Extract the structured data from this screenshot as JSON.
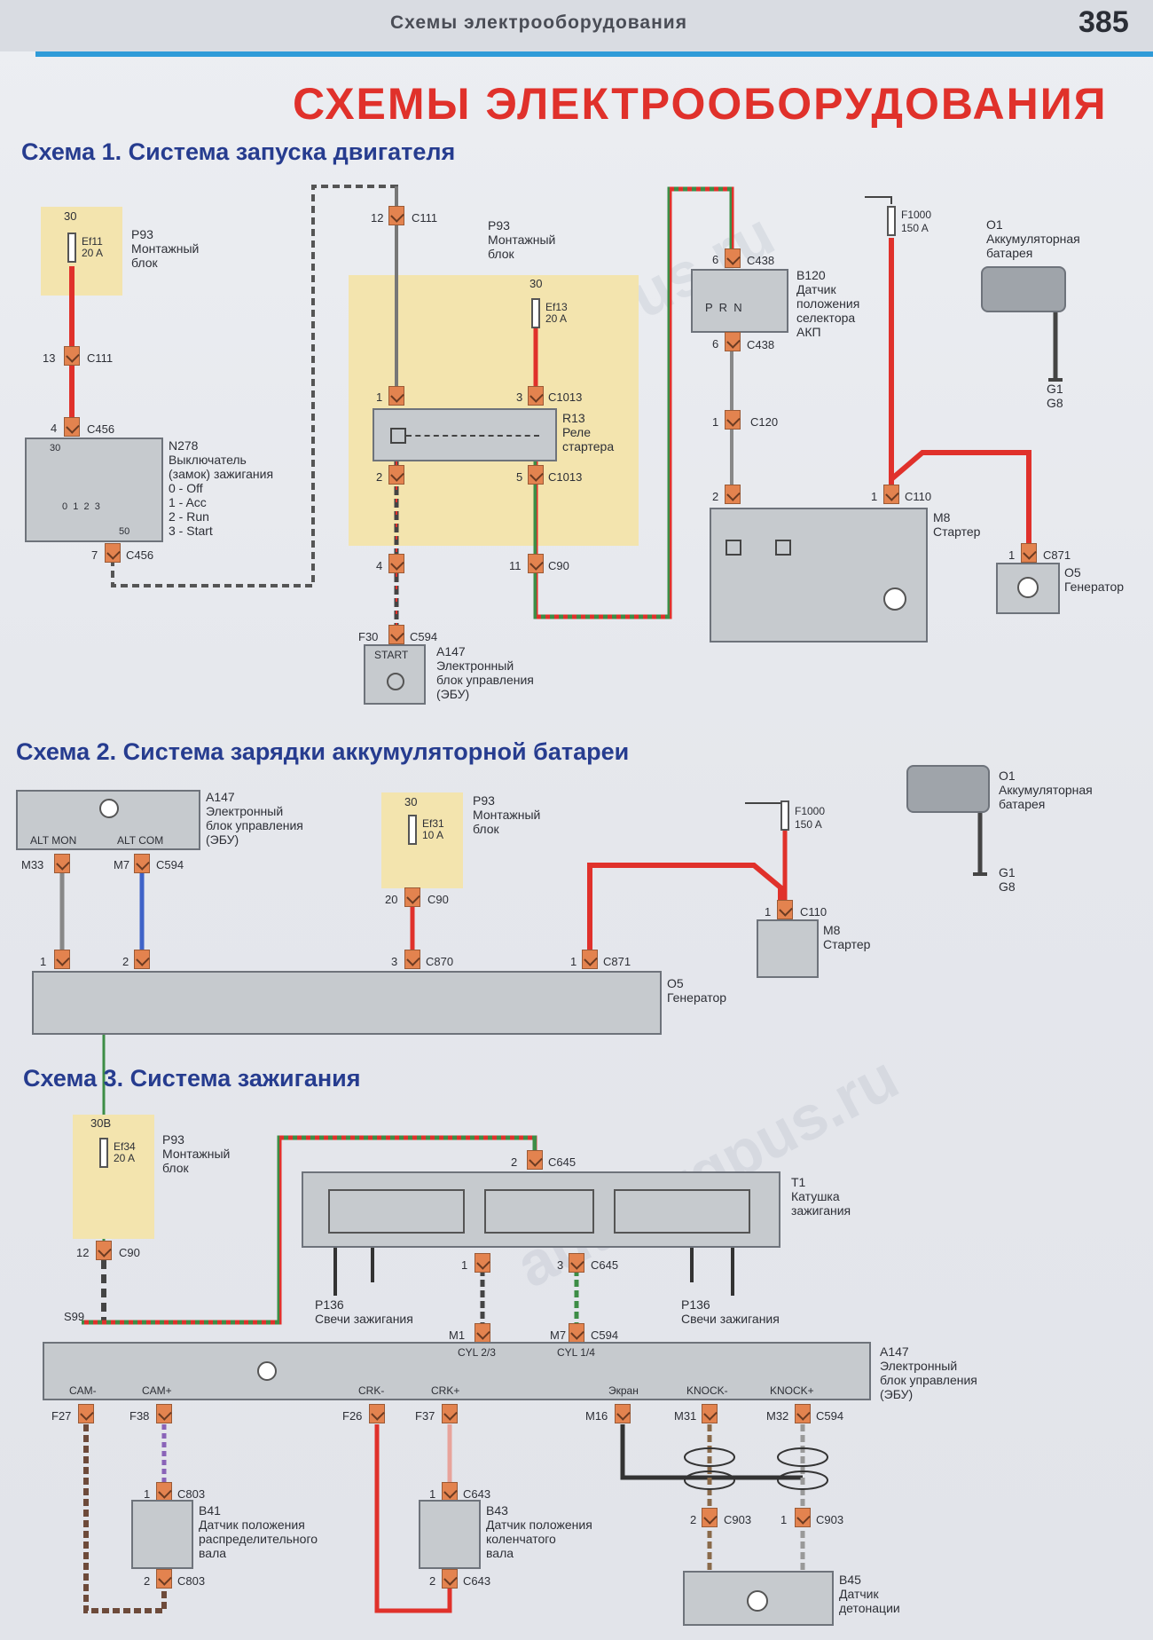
{
  "header": {
    "section": "Схемы электрооборудования",
    "page_number": "385"
  },
  "main_title": "СХЕМЫ ЭЛЕКТРООБОРУДОВАНИЯ",
  "watermark": "autoprgpus.ru",
  "scheme1": {
    "title": "Схема 1. Система запуска двигателя",
    "p93_left": {
      "name": "P93",
      "desc": "Монтажный\nблок",
      "fuse_pin": "30",
      "fuse": "Ef11\n20 A"
    },
    "c111_a": {
      "pin": "13",
      "conn": "C111"
    },
    "c456_top": {
      "pin": "4",
      "conn": "C456"
    },
    "c456_bottom": {
      "pin": "7",
      "conn": "C456"
    },
    "n278": {
      "name": "N278",
      "desc": "Выключатель\n(замок) зажигания",
      "items": "0 - Off\n1 - Acc\n2 - Run\n3 - Start",
      "pin30": "30",
      "pin50": "50",
      "pos": "0  1  2  3"
    },
    "c111_b": {
      "pin": "12",
      "conn": "C111"
    },
    "p93_mid": {
      "name": "P93",
      "desc": "Монтажный\nблок",
      "fuse_pin": "30",
      "fuse": "Ef13\n20 A"
    },
    "c1013_a": {
      "pin_left": "1",
      "pin_right": "3",
      "conn": "C1013"
    },
    "r13": {
      "name": "R13",
      "desc": "Реле\nстартера"
    },
    "c1013_b": {
      "pin_left": "2",
      "pin_right": "5",
      "conn": "C1013"
    },
    "c90_a": {
      "pin_left": "4",
      "pin_right": "11",
      "conn": "C90"
    },
    "a147": {
      "pin": "F30",
      "conn": "C594",
      "name": "A147",
      "desc": "Электронный\nблок управления\n(ЭБУ)",
      "label": "START"
    },
    "b120": {
      "pin_top": "6",
      "conn_top": "C438",
      "pin_bottom": "6",
      "conn_bottom": "C438",
      "name": "B120",
      "desc": "Датчик\nположения\nселектора\nАКП",
      "contacts": "P  R  N"
    },
    "c120": {
      "pin": "1",
      "conn": "C120"
    },
    "m8_conn": {
      "pin_left": "2",
      "pin_right": "1",
      "conn": "C110"
    },
    "m8": {
      "name": "M8",
      "desc": "Стартер"
    },
    "f1000": {
      "name": "F1000",
      "rating": "150 A"
    },
    "o1": {
      "name": "O1",
      "desc": "Аккумуляторная\nбатарея"
    },
    "g1": {
      "name": "G1",
      "sub": "G8"
    },
    "o5": {
      "pin": "1",
      "conn": "C871",
      "name": "O5",
      "desc": "Генератор"
    }
  },
  "scheme2": {
    "title": "Схема 2. Система зарядки аккумуляторной батареи",
    "a147": {
      "name": "A147",
      "desc": "Электронный\nблок управления\n(ЭБУ)",
      "alt_mon": "ALT MON",
      "alt_com": "ALT COM",
      "pin_a": "M33",
      "pin_b": "M7",
      "conn": "C594"
    },
    "p93": {
      "name": "P93",
      "desc": "Монтажный\nблок",
      "fuse_pin": "30",
      "fuse": "Ef31\n10 A",
      "pin": "20",
      "conn": "C90"
    },
    "f1000": {
      "name": "F1000",
      "rating": "150 A"
    },
    "o1": {
      "name": "O1",
      "desc": "Аккумуляторная\nбатарея"
    },
    "g1": {
      "name": "G1",
      "sub": "G8"
    },
    "m8": {
      "pin": "1",
      "conn": "C110",
      "name": "M8",
      "desc": "Стартер"
    },
    "o5": {
      "name": "O5",
      "desc": "Генератор",
      "pin1": "1",
      "pin2": "2",
      "pin3": "3",
      "conn3": "C870",
      "pin4": "1",
      "conn4": "C871"
    }
  },
  "scheme3": {
    "title": "Схема 3. Система зажигания",
    "p93": {
      "name": "P93",
      "desc": "Монтажный\nблок",
      "fuse_pin": "30B",
      "fuse": "Ef34\n20 A",
      "pin": "12",
      "conn": "C90"
    },
    "s99": "S99",
    "t1": {
      "name": "T1",
      "desc": "Катушка\nзажигания",
      "pin_top": "2",
      "conn_top": "C645",
      "pin_a": "1",
      "pin_b": "3",
      "conn_b": "C645"
    },
    "p136_left": {
      "name": "P136",
      "desc": "Свечи зажигания"
    },
    "p136_right": {
      "name": "P136",
      "desc": "Свечи зажигания"
    },
    "a147": {
      "name": "A147",
      "desc": "Электронный\nблок управления\n(ЭБУ)",
      "pin_m1": "M1",
      "pin_m7": "M7",
      "conn_top": "C594",
      "cyl23": "CYL 2/3",
      "cyl14": "CYL 1/4",
      "cam_minus": "CAM-",
      "cam_plus": "CAM+",
      "crk_minus": "CRK-",
      "crk_plus": "CRK+",
      "screen": "Экран",
      "knock_minus": "KNOCK-",
      "knock_plus": "KNOCK+",
      "pin_f27": "F27",
      "pin_f38": "F38",
      "pin_f26": "F26",
      "pin_f37": "F37",
      "pin_m16": "M16",
      "pin_m31": "M31",
      "pin_m32": "M32",
      "conn_bottom": "C594"
    },
    "b41": {
      "name": "B41",
      "desc": "Датчик положения\nраспределительного\nвала",
      "pin_top": "1",
      "conn_top": "C803",
      "pin_bottom": "2",
      "conn_bottom": "C803"
    },
    "b43": {
      "name": "B43",
      "desc": "Датчик положения\nколенчатого\nвала",
      "pin_top": "1",
      "conn_top": "C643",
      "pin_bottom": "2",
      "conn_bottom": "C643"
    },
    "b45": {
      "name": "B45",
      "desc": "Датчик\nдетонации",
      "pin_a": "2",
      "conn_a": "C903",
      "pin_b": "1",
      "conn_b": "C903"
    }
  },
  "colors": {
    "title_red": "#e0312b",
    "scheme_blue": "#263c8f",
    "wire_red": "#e0312b",
    "wire_blue": "#3f63c8",
    "highlight_yellow": "#f3e4ae",
    "component_gray": "#c6cace",
    "connector_orange": "#e3834f",
    "header_blue_line": "#2f9bd8"
  }
}
